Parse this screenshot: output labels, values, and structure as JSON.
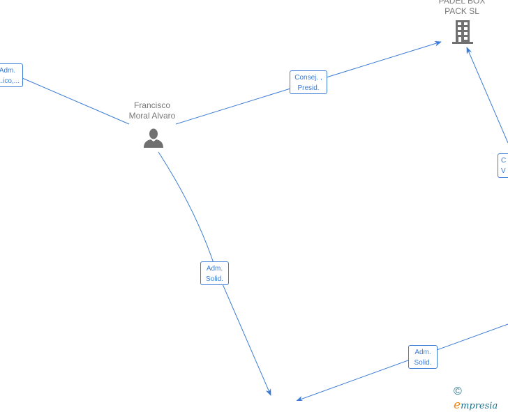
{
  "nodes": {
    "company": {
      "name_line1": "PADEL BOX",
      "name_line2": "PACK  SL",
      "icon": "building-icon"
    },
    "person": {
      "name_line1": "Francisco",
      "name_line2": "Moral Alvaro",
      "icon": "person-icon"
    }
  },
  "edges": {
    "left": {
      "line1": "Adm.",
      "line2": "...ico,..."
    },
    "to_company": {
      "line1": "Consej. ,",
      "line2": "Presid."
    },
    "right_partial": {
      "line1": "C",
      "line2": "V"
    },
    "down": {
      "line1": "Adm.",
      "line2": "Solid."
    },
    "bottom_right": {
      "line1": "Adm.",
      "line2": "Solid."
    }
  },
  "brand": {
    "copyright": "©",
    "e": "e",
    "rest": "mpresia"
  },
  "colors": {
    "edge": "#3a7bd5",
    "node": "#777777",
    "brand_orange": "#f08a1c"
  }
}
